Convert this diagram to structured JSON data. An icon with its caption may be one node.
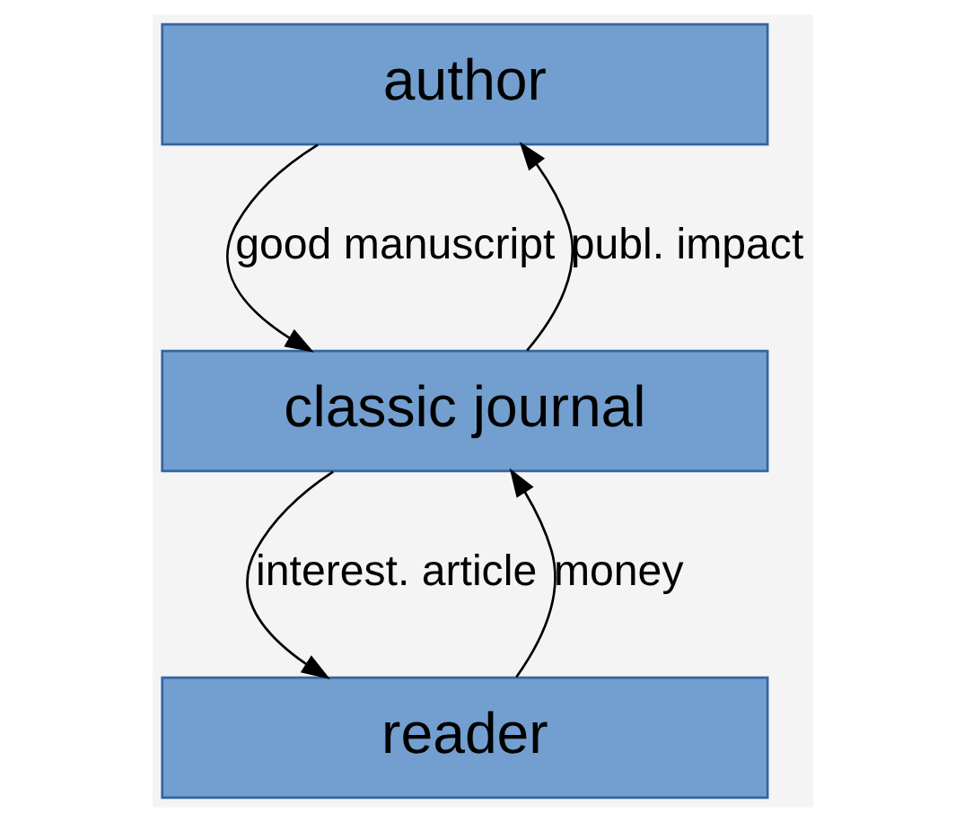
{
  "diagram": {
    "nodes": [
      {
        "text": [
          "author"
        ]
      },
      {
        "text": [
          "classic journal"
        ]
      },
      {
        "text": [
          "reader"
        ]
      }
    ],
    "edges": [
      {
        "from": 0,
        "to": 1,
        "arrow": "to",
        "label": "good manuscript"
      },
      {
        "from": 1,
        "to": 0,
        "arrow": "to",
        "label": "publ. impact"
      },
      {
        "from": 1,
        "to": 2,
        "arrow": "to",
        "label": "interest. article"
      },
      {
        "from": 2,
        "to": 1,
        "arrow": "to",
        "label": "money"
      }
    ]
  }
}
